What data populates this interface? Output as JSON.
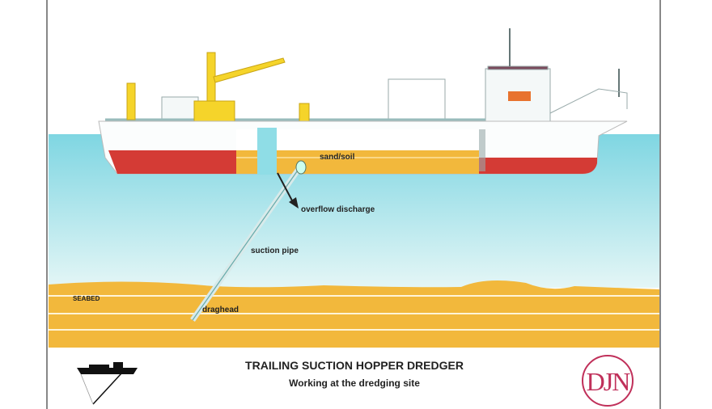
{
  "labels": {
    "sand_soil": "sand/soil",
    "overflow": "overflow discharge",
    "suction_pipe": "suction pipe",
    "seabed": "SEABED",
    "draghead": "draghead"
  },
  "caption": {
    "title": "TRAILING SUCTION HOPPER DREDGER",
    "subtitle": "Working at the dredging site"
  },
  "logo": {
    "text": "DJN"
  },
  "colors": {
    "water": "#8fdde6",
    "sand": "#f2b83c",
    "hull_red": "#d43b35",
    "crane": "#f5d42a",
    "logo": "#c0305a"
  }
}
